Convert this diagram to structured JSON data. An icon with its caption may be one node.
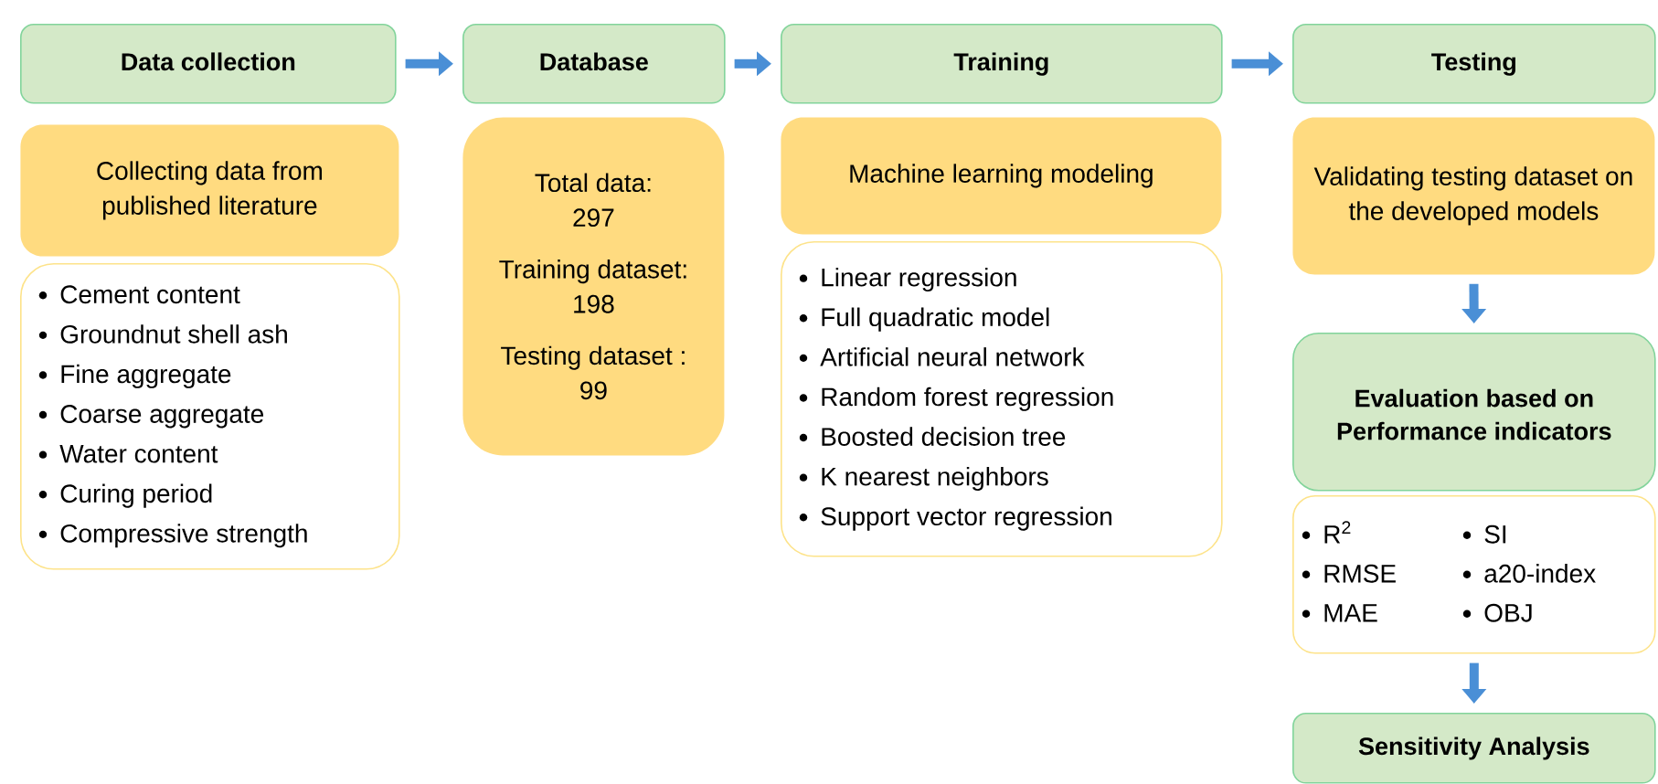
{
  "diagram": {
    "nodes": [
      {
        "text": [
          "Data collection"
        ]
      },
      {
        "text": [
          "Collecting data from published literature"
        ]
      },
      {
        "text": [
          "Cement content",
          "Groundnut shell ash",
          "Fine aggregate",
          "Coarse aggregate",
          "Water content",
          "Curing period",
          "Compressive strength"
        ]
      },
      {
        "text": [
          "Database"
        ]
      },
      {
        "text": [
          "Total data: 297",
          "Training dataset: 198",
          "Testing dataset : 99"
        ]
      },
      {
        "text": [
          "Training"
        ]
      },
      {
        "text": [
          "Machine learning modeling"
        ]
      },
      {
        "text": [
          "Linear regression",
          "Full quadratic model",
          "Artificial neural network",
          "Random forest regression",
          "Boosted decision tree",
          "K nearest neighbors",
          "Support vector regression"
        ]
      },
      {
        "text": [
          "Testing"
        ]
      },
      {
        "text": [
          "Validating testing dataset on the developed models"
        ]
      },
      {
        "text": [
          "Evaluation based on Performance indicators"
        ]
      },
      {
        "text": [
          "R$^{2}$",
          "SI",
          "RMSE",
          "a20-index",
          "MAE",
          "OBJ"
        ]
      },
      {
        "text": [
          "Sensitivity Analysis"
        ]
      }
    ],
    "edges": [
      {
        "from": 0,
        "to": 3,
        "arrow": "to"
      },
      {
        "from": 3,
        "to": 5,
        "arrow": "to"
      },
      {
        "from": 5,
        "to": 8,
        "arrow": "to"
      },
      {
        "from": 9,
        "to": 10,
        "arrow": "to"
      },
      {
        "from": 11,
        "to": 12,
        "arrow": "to"
      }
    ]
  }
}
